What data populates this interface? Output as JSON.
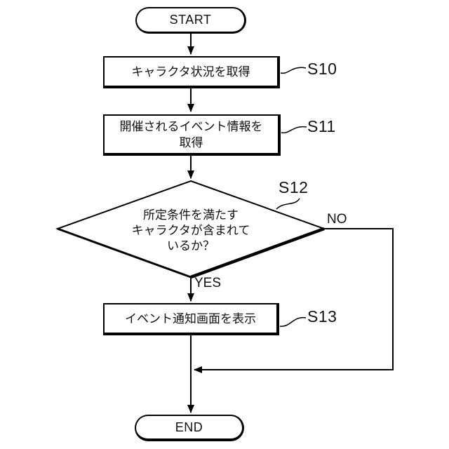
{
  "figure": {
    "background_color": "#ffffff",
    "line_color": "#000000"
  },
  "flowchart": {
    "start": {
      "label": "START"
    },
    "steps": [
      {
        "id": "S10",
        "type": "process",
        "label": "キャラクタ状況を取得"
      },
      {
        "id": "S11",
        "type": "process",
        "label_lines": [
          "開催されるイベント情報を",
          "取得"
        ]
      },
      {
        "id": "S12",
        "type": "decision",
        "label_lines": [
          "所定条件を満たす",
          "キャラクタが含まれて",
          "いるか？"
        ],
        "branches": {
          "yes": "YES",
          "no": "NO"
        }
      },
      {
        "id": "S13",
        "type": "process",
        "label": "イベント通知画面を表示"
      }
    ],
    "end": {
      "label": "END"
    }
  }
}
